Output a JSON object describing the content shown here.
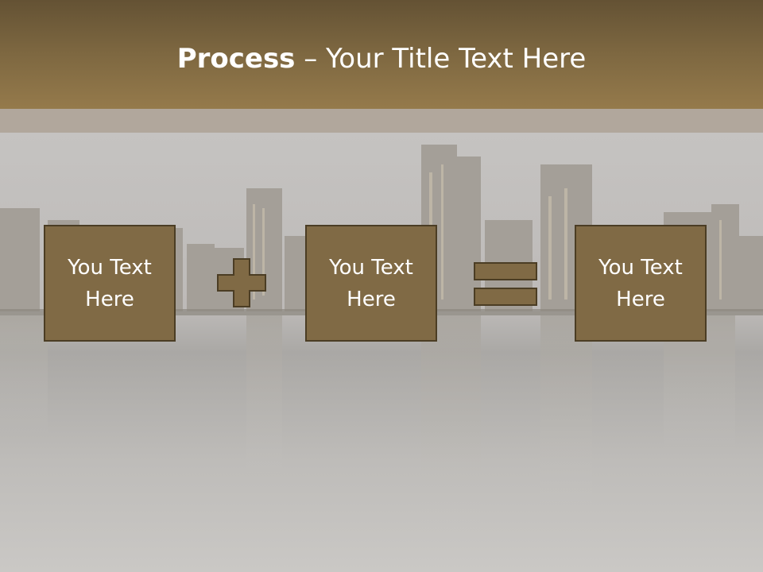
{
  "slide": {
    "title_bold": "Process",
    "title_rest": " – Your Title Text Here",
    "boxes": [
      {
        "text": "You Text Here"
      },
      {
        "text": "You Text Here"
      },
      {
        "text": "You Text Here"
      }
    ],
    "operators": [
      "plus-icon",
      "equals-icon"
    ],
    "colors": {
      "header": "#7e6841",
      "box_fill": "#806a45",
      "box_border": "#4b3d24",
      "background": "#c9c7c4"
    }
  }
}
